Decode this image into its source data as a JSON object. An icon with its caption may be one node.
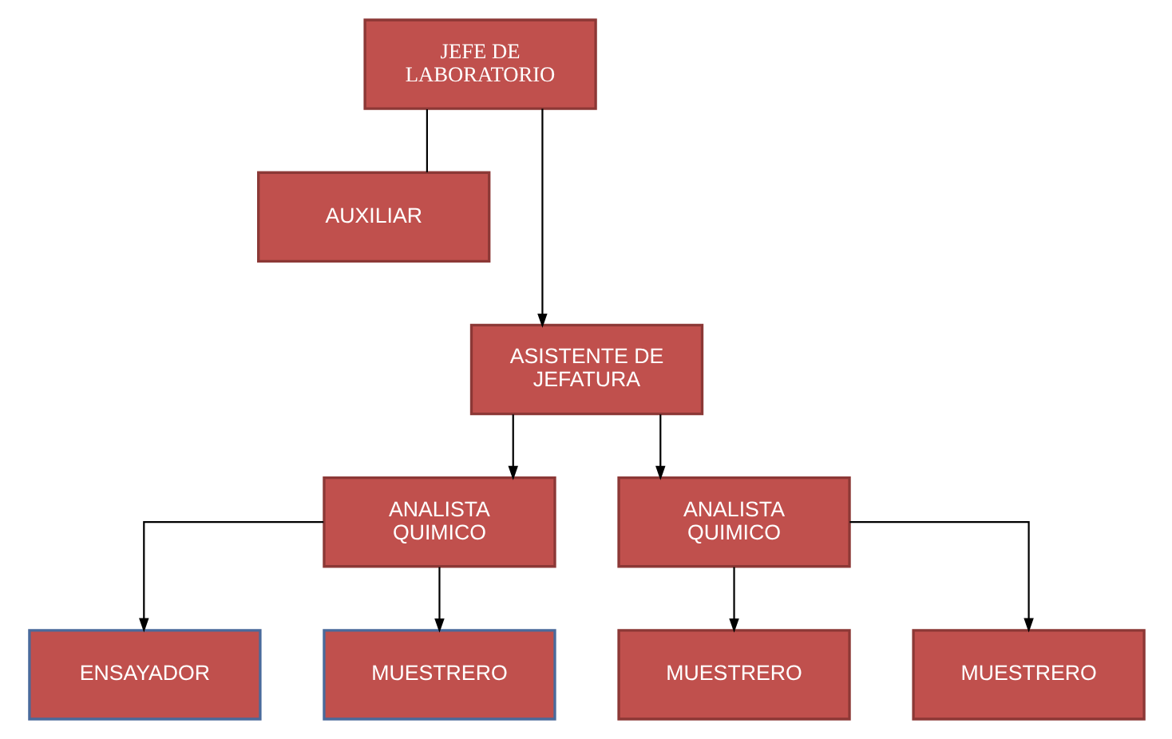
{
  "diagram": {
    "nodes": [
      {
        "text": [
          "JEFE DE LABORATORIO"
        ]
      },
      {
        "text": [
          "AUXILIAR"
        ]
      },
      {
        "text": [
          "ASISTENTE DE JEFATURA"
        ]
      },
      {
        "text": [
          "ANALISTA QUIMICO"
        ]
      },
      {
        "text": [
          "ANALISTA QUIMICO"
        ]
      },
      {
        "text": [
          "ENSAYADOR"
        ]
      },
      {
        "text": [
          "MUESTRERO"
        ]
      },
      {
        "text": [
          "MUESTRERO"
        ]
      },
      {
        "text": [
          "MUESTRERO"
        ]
      }
    ],
    "edges": [
      {
        "from": 0,
        "to": 1,
        "arrow": "none"
      },
      {
        "from": 0,
        "to": 2,
        "arrow": "to"
      },
      {
        "from": 2,
        "to": 3,
        "arrow": "to"
      },
      {
        "from": 2,
        "to": 4,
        "arrow": "to"
      },
      {
        "from": 3,
        "to": 5,
        "arrow": "to"
      },
      {
        "from": 3,
        "to": 6,
        "arrow": "to"
      },
      {
        "from": 4,
        "to": 7,
        "arrow": "to"
      },
      {
        "from": 4,
        "to": 8,
        "arrow": "to"
      }
    ]
  }
}
